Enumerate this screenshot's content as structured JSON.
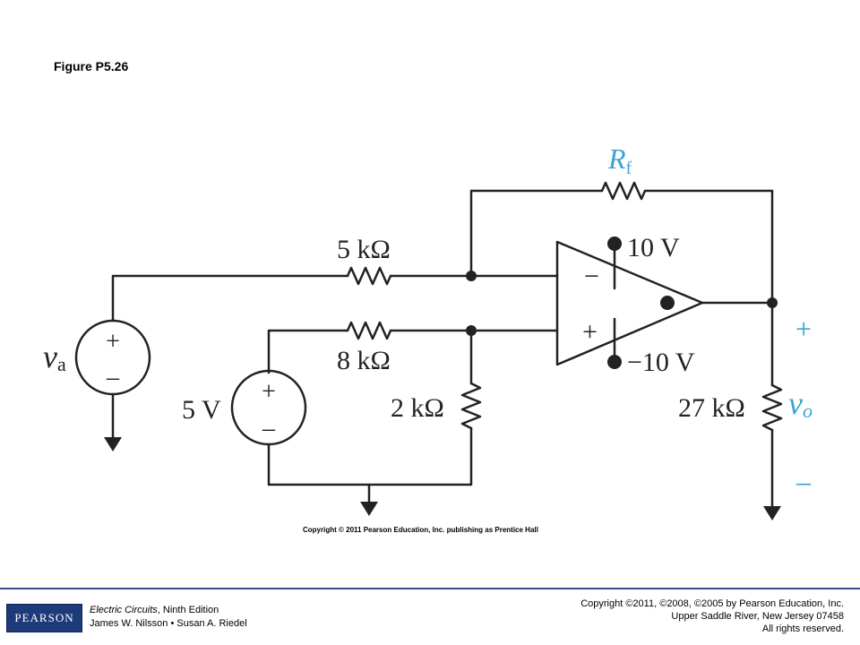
{
  "figure": {
    "title": "Figure P5.26",
    "copyright": "Copyright © 2011 Pearson Education, Inc. publishing as Prentice Hall"
  },
  "circuit": {
    "feedback_resistor": {
      "symbol": "R",
      "subscript": "f"
    },
    "input_resistor_label": "5 kΩ",
    "noninv_series_resistor_label": "8 kΩ",
    "noninv_shunt_resistor_label": "2 kΩ",
    "load_resistor_label": "27 kΩ",
    "source_va": {
      "symbol": "v",
      "subscript": "a",
      "plus": "+",
      "minus": "–"
    },
    "source_5v": {
      "label": "5 V",
      "plus": "+",
      "minus": "–"
    },
    "opamp": {
      "pos_supply": "10 V",
      "neg_supply": "−10 V",
      "inv_sign": "−",
      "noninv_sign": "+"
    },
    "output": {
      "symbol": "v",
      "subscript": "o",
      "plus": "+",
      "minus": "–"
    },
    "colors": {
      "highlight": "#3aa3d4",
      "wire": "#222222"
    }
  },
  "footer": {
    "logo_text": "PEARSON",
    "book_title": "Electric Circuits",
    "book_edition": ", Ninth Edition",
    "authors": "James W. Nilsson • Susan A. Riedel",
    "copyright_line1": "Copyright ©2011, ©2008, ©2005 by Pearson Education, Inc.",
    "copyright_line2": "Upper Saddle River, New Jersey 07458",
    "copyright_line3": "All rights reserved."
  }
}
